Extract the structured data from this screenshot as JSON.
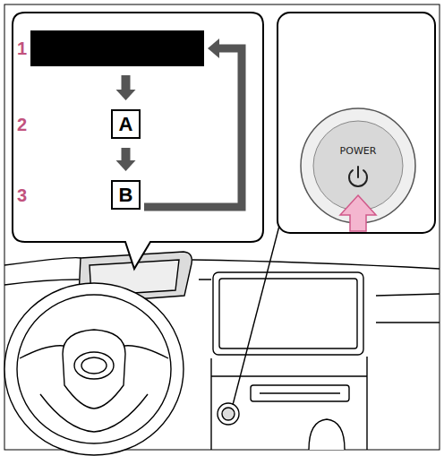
{
  "diagram": {
    "nodes": [
      {
        "text": []
      },
      {
        "text": [
          "A"
        ]
      },
      {
        "text": [
          "B"
        ]
      }
    ],
    "edges": [
      {
        "from": 0,
        "to": 1,
        "arrow": "to"
      },
      {
        "from": 1,
        "to": 2,
        "arrow": "to"
      },
      {
        "from": 2,
        "to": 0,
        "arrow": "to"
      }
    ],
    "labels": [
      "1",
      "2",
      "3",
      "POWER"
    ]
  }
}
